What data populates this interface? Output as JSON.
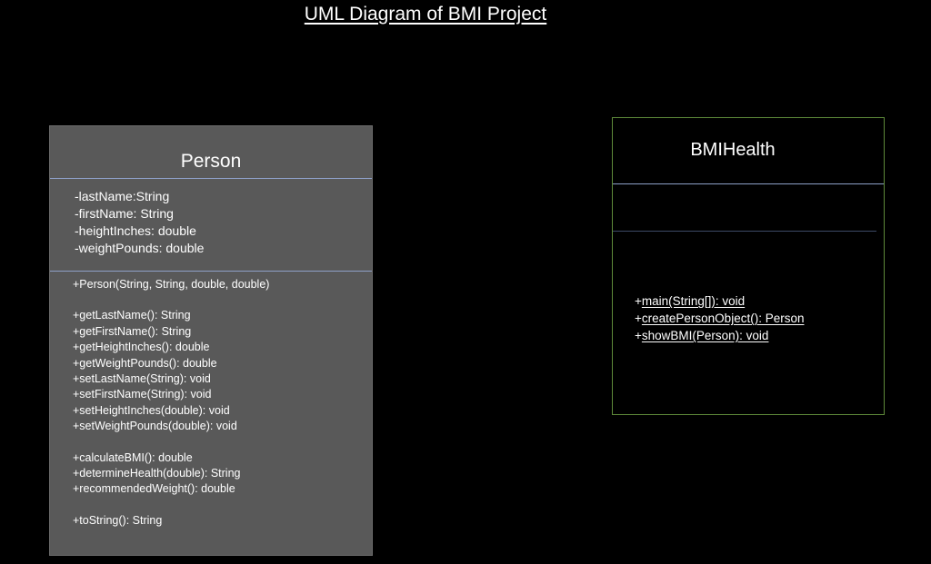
{
  "title": "UML Diagram of BMI Project",
  "person": {
    "name": "Person",
    "attributes": [
      "-lastName:String",
      "-firstName: String",
      "-heightInches: double",
      "-weightPounds: double"
    ],
    "method_groups": [
      [
        "+Person(String, String, double, double)"
      ],
      [
        "+getLastName(): String",
        "+getFirstName(): String",
        "+getHeightInches(): double",
        "+getWeightPounds(): double",
        "+setLastName(String): void",
        "+setFirstName(String): void",
        "+setHeightInches(double): void",
        "+setWeightPounds(double): void"
      ],
      [
        "+calculateBMI(): double",
        "+determineHealth(double): String",
        "+recommendedWeight(): double"
      ],
      [
        "+toString(): String"
      ]
    ]
  },
  "bmihealth": {
    "name": "BMIHealth",
    "methods": [
      {
        "visibility": "+",
        "signature": "main(String[]): void"
      },
      {
        "visibility": "+",
        "signature": "createPersonObject(): Person"
      },
      {
        "visibility": "+",
        "signature": "showBMI(Person): void"
      }
    ]
  },
  "colors": {
    "background": "#000000",
    "person_fill": "#595959",
    "separator": "#8ea0c8",
    "bmi_border": "#5e8a3a",
    "text": "#ffffff"
  }
}
